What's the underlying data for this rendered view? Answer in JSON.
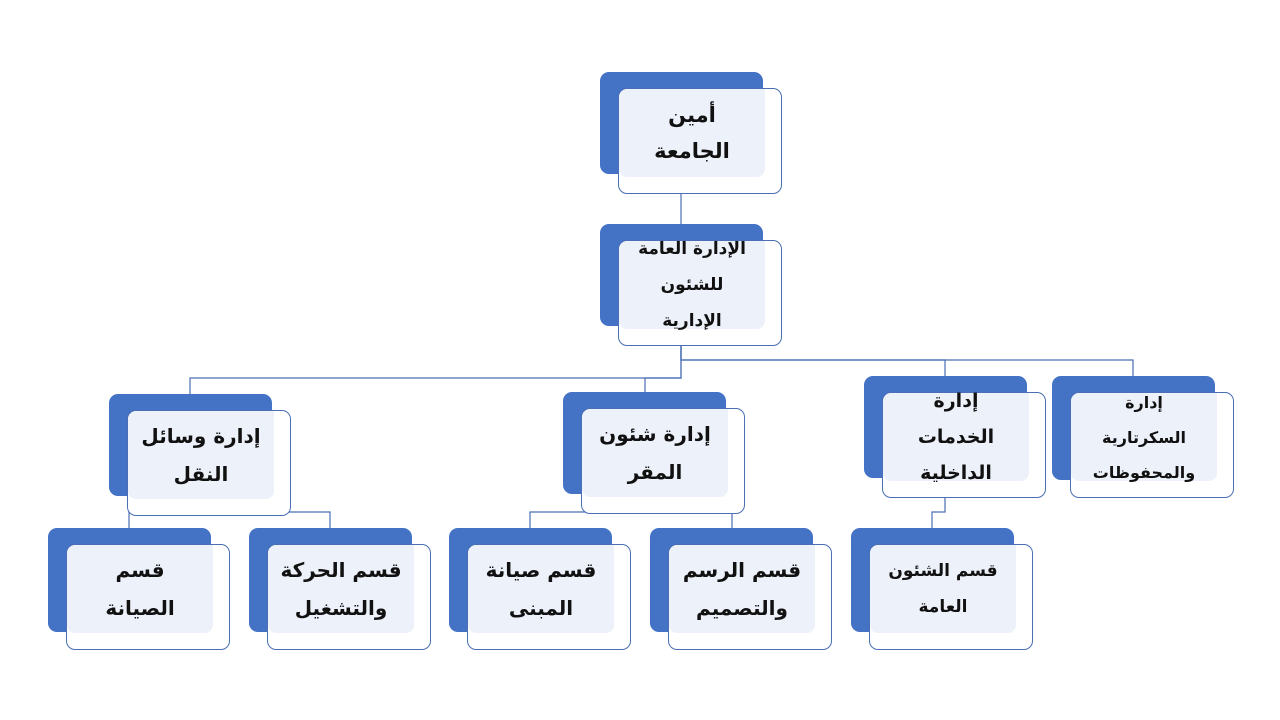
{
  "colors": {
    "accent": "#4472c4",
    "card_fill": "#edf1fa",
    "border": "#4a6fb5",
    "line": "#4a6fb5",
    "text": "#111111"
  },
  "nodes": {
    "president": {
      "lines": [
        "أمين",
        "الجامعة"
      ]
    },
    "admin_affairs": {
      "lines": [
        "الإدارة العامة",
        "للشئون",
        "الإدارية"
      ]
    },
    "transport": {
      "lines": [
        "إدارة وسائل",
        "النقل"
      ]
    },
    "hq_affairs": {
      "lines": [
        "إدارة شئون",
        "المقر"
      ]
    },
    "internal": {
      "lines": [
        "إدارة",
        "الخدمات",
        "الداخلية"
      ]
    },
    "secretariat": {
      "lines": [
        "إدارة",
        "السكرتارية",
        "والمحفوظات"
      ]
    },
    "maintenance": {
      "lines": [
        "قسم",
        "الصيانة"
      ]
    },
    "operations": {
      "lines": [
        "قسم الحركة",
        "والتشغيل"
      ]
    },
    "bldg_maint": {
      "lines": [
        "قسم صيانة",
        "المبنى"
      ]
    },
    "drawing": {
      "lines": [
        "قسم الرسم",
        "والتصميم"
      ]
    },
    "general": {
      "lines": [
        "قسم الشئون",
        "العامة"
      ]
    }
  }
}
